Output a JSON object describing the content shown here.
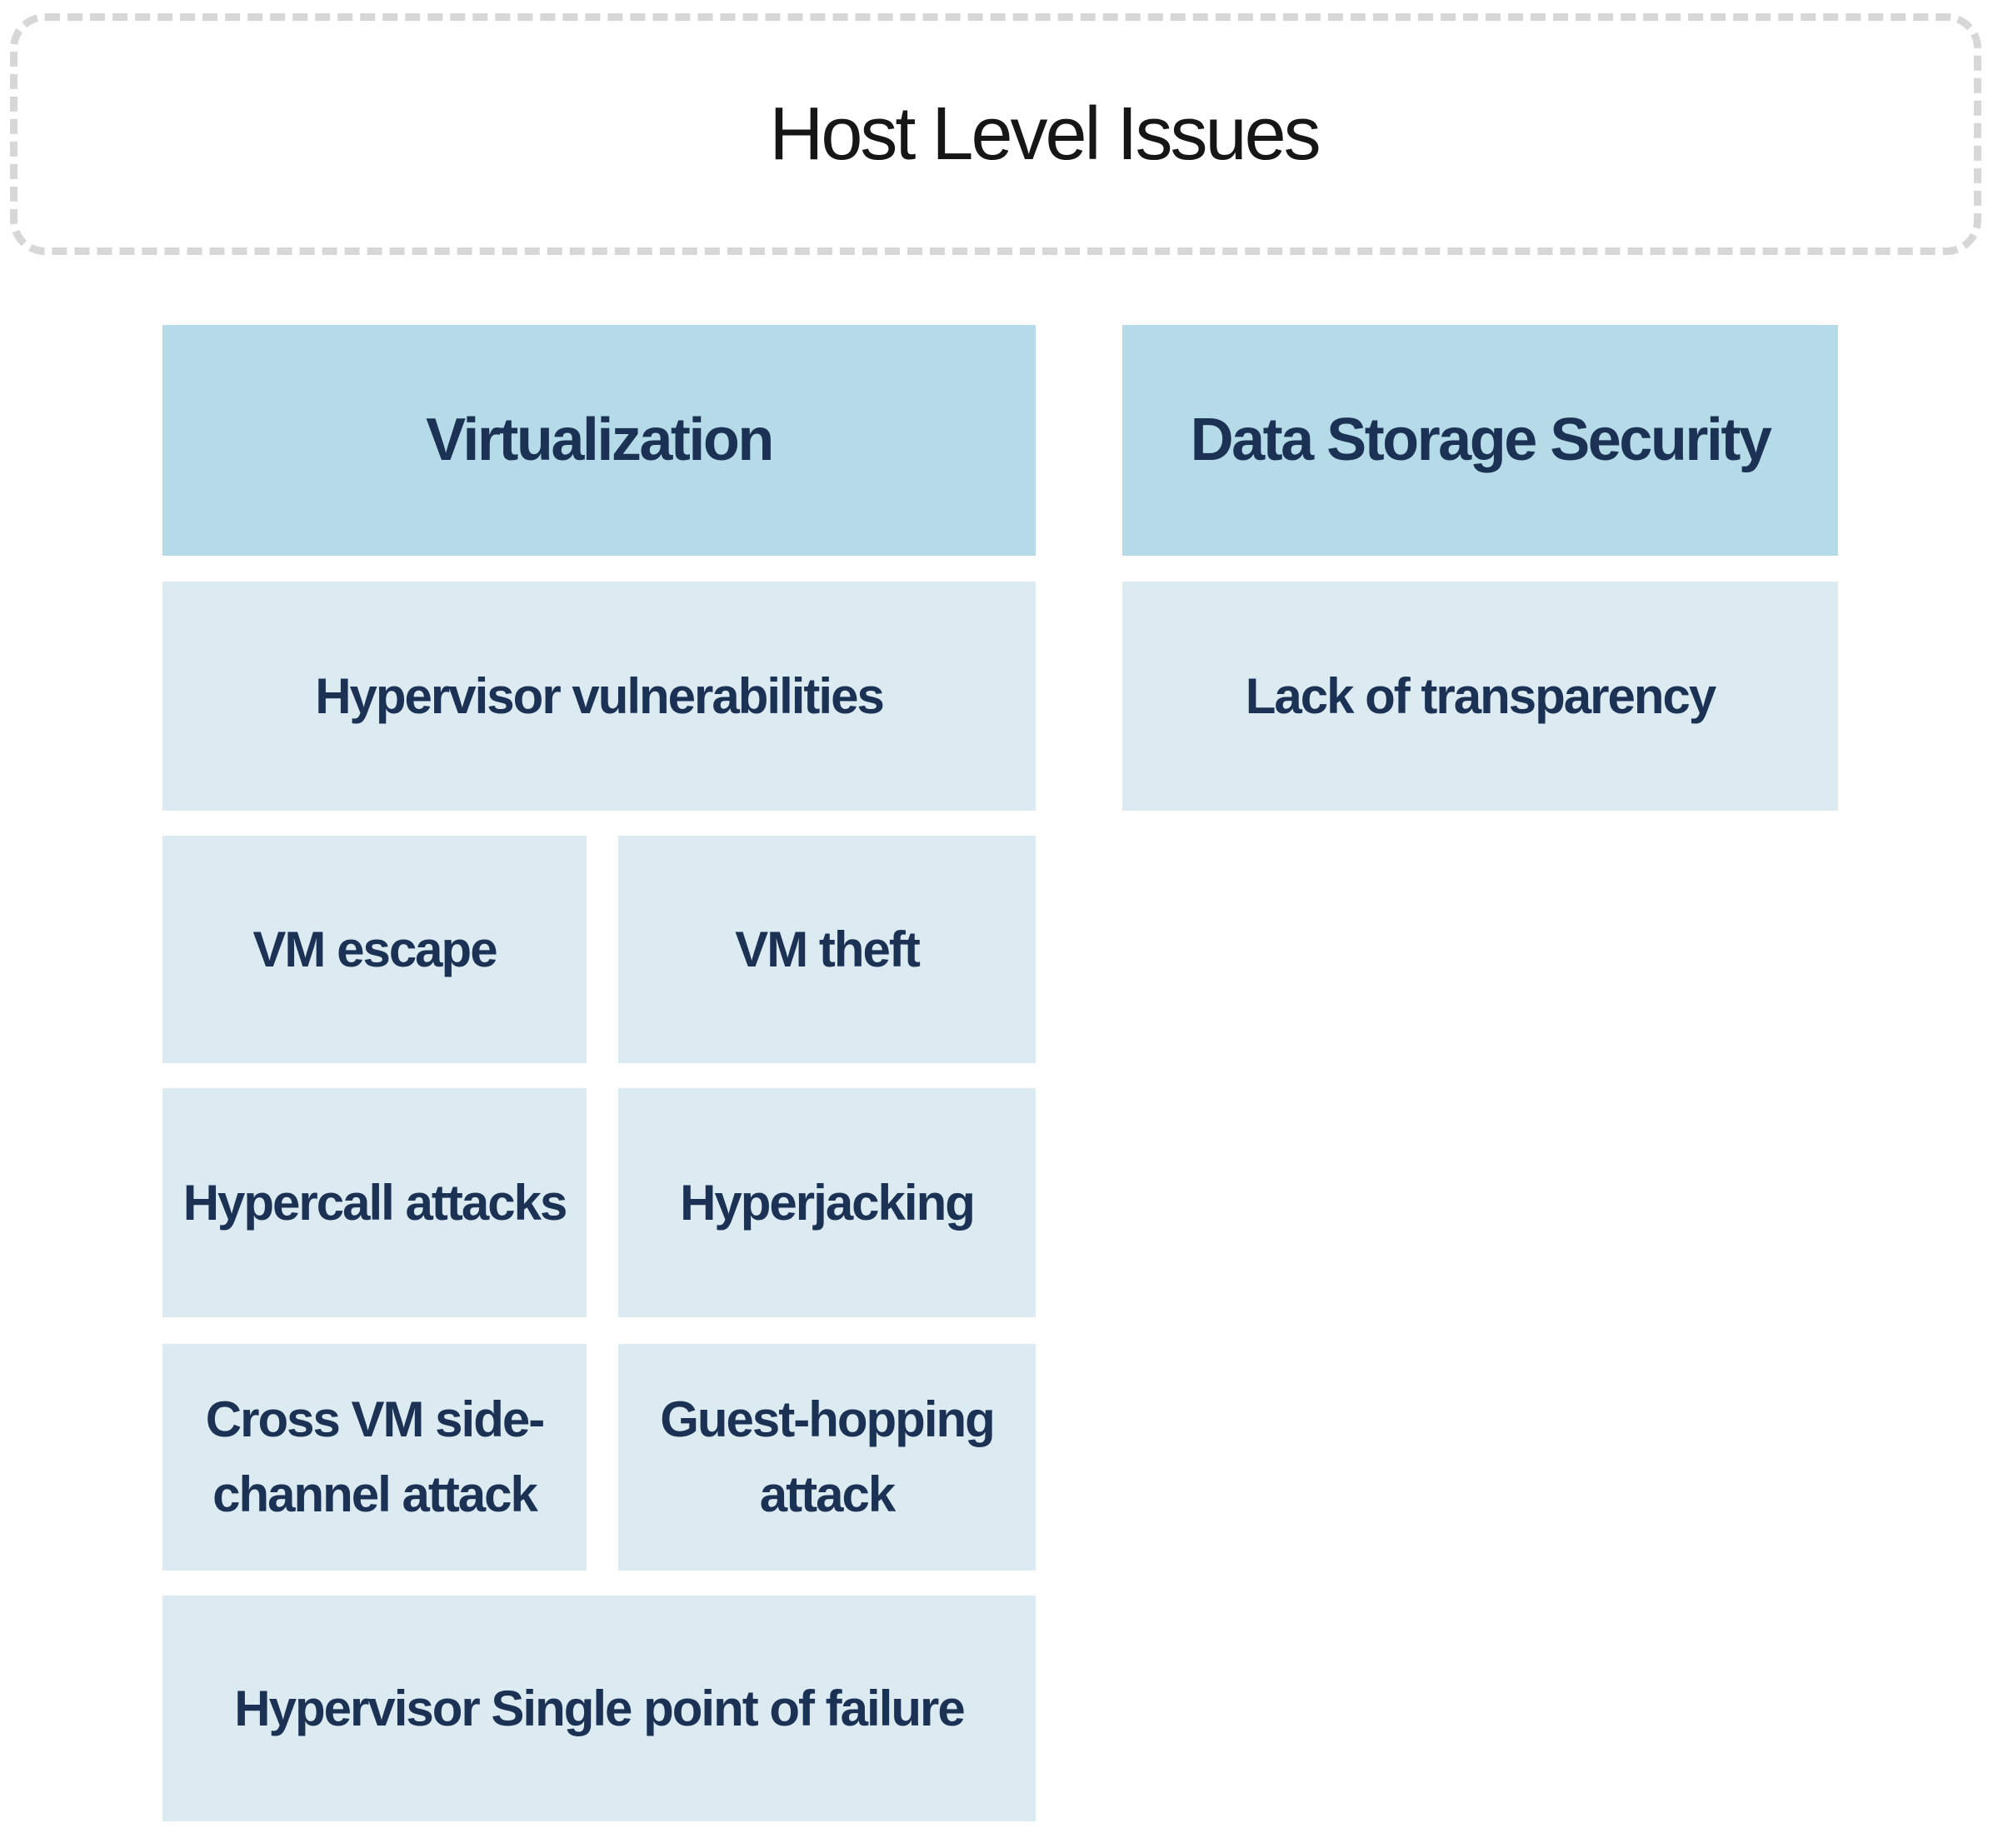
{
  "title": "Host Level Issues",
  "colors": {
    "page_bg": "#ffffff",
    "header_bg": "#b4dbe7",
    "item_bg": "#dcebf2",
    "label": "#1b3254",
    "title_color": "#161616",
    "dash": "#d7d7d7"
  },
  "columns": [
    {
      "header": "Virtualization",
      "items": [
        "Hypervisor vulnerabilities",
        "VM escape",
        "VM theft",
        "Hypercall attacks",
        "Hyperjacking",
        "Cross VM side-channel attack",
        "Guest-hopping attack",
        "Hypervisor Single point of failure"
      ]
    },
    {
      "header": "Data Storage Security",
      "items": [
        "Lack of transparency"
      ]
    }
  ]
}
